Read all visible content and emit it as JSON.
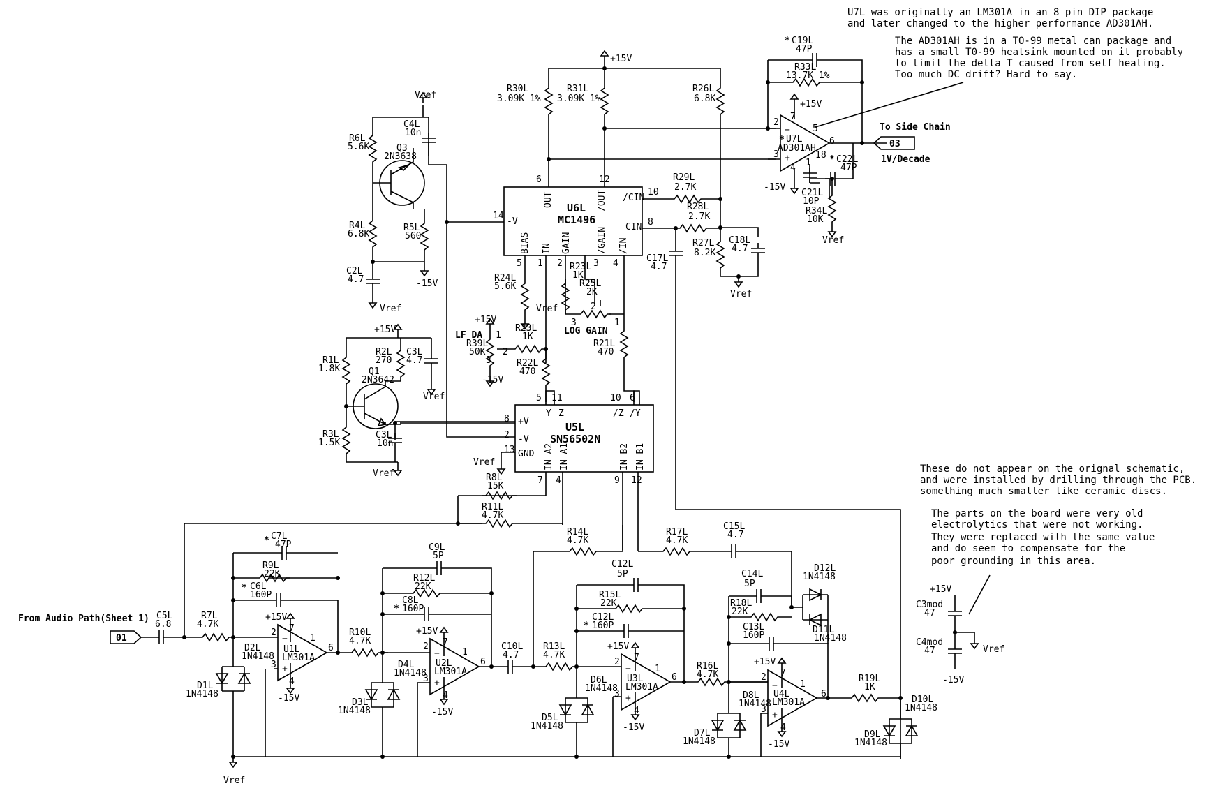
{
  "notes": {
    "u7_line1": "U7L was originally an LM301A in an 8 pin DIP package",
    "u7_line2": "and later changed to the higher performance AD301AH.",
    "ad_line1": "The AD301AH is in a TO-99 metal can package and",
    "ad_line2": "has a small T0-99 heatsink mounted on it probably",
    "ad_line3": "to limit the delta T caused from self heating.",
    "ad_line4": "Too much DC drift? Hard to say.",
    "cap_line1": "These do not appear on the orignal schematic,",
    "cap_line2": "and were installed by drilling through the PCB.",
    "cap_line3": "something much smaller like ceramic discs.",
    "old_line1": "The parts on the board were very old",
    "old_line2": "electrolytics that were not working.",
    "old_line3": "They were replaced with the same value",
    "old_line4": "and do seem to compensate for the",
    "old_line5": "poor grounding in this area."
  },
  "ports": {
    "in_label": "From Audio Path(Sheet 1)",
    "in_tag": "01",
    "out_label": "To Side Chain",
    "out_tag": "03",
    "out_unit": "1V/Decade"
  },
  "ics": {
    "u6_name": "U6L",
    "u6_part": "MC1496",
    "u6_pins": {
      "out": "OUT",
      "nout": "/OUT",
      "ncin": "/CIN",
      "cin": "CIN",
      "v": "-V",
      "bias": "BIAS",
      "in": "IN",
      "gain": "GAIN",
      "ngain": "/GAIN",
      "nin": "/IN"
    },
    "u5_name": "U5L",
    "u5_part": "SN56502N",
    "u5_pins": {
      "y": "Y",
      "z": "Z",
      "nz": "/Z",
      "ny": "/Y",
      "pv": "+V",
      "nv": "-V",
      "gnd": "GND",
      "ina2": "IN A2",
      "ina1": "IN A1",
      "inb2": "IN B2",
      "inb1": "IN B1"
    },
    "u7_name": "U7L",
    "u7_part": "AD301AH",
    "u1_name": "U1L",
    "u1_part": "LM301A",
    "u2_name": "U2L",
    "u2_part": "LM301A",
    "u3_name": "U3L",
    "u3_part": "LM301A",
    "u4_name": "U4L",
    "u4_part": "LM301A"
  },
  "transistors": {
    "q3": "Q3",
    "q3_part": "2N3638",
    "q1": "Q1",
    "q1_part": "2N3642"
  },
  "rails": {
    "pos": "+15V",
    "neg": "-15V",
    "ref": "Vref"
  },
  "extra_labels": {
    "lf_da": "LF DA",
    "log_gain": "LOG GAIN"
  },
  "pins": [
    "1",
    "2",
    "3",
    "4",
    "5",
    "6",
    "7",
    "8",
    "9",
    "10",
    "11",
    "12",
    "13",
    "14",
    "18"
  ],
  "components": {
    "r30": [
      "R30L",
      "3.09K 1%"
    ],
    "r31": [
      "R31L",
      "3.09K 1%"
    ],
    "r26": [
      "R26L",
      "6.8K"
    ],
    "r29": [
      "R29L",
      "2.7K"
    ],
    "r28": [
      "R28L",
      "2.7K"
    ],
    "r27": [
      "R27L",
      "8.2K"
    ],
    "r33": [
      "R33L",
      "13.7K 1%"
    ],
    "r34": [
      "R34L",
      "10K"
    ],
    "r6": [
      "R6L",
      "5.6K"
    ],
    "r4": [
      "R4L",
      "6.8K"
    ],
    "r5": [
      "R5L",
      "560"
    ],
    "r24": [
      "R24L",
      "5.6K"
    ],
    "r23a": [
      "R23L",
      "1K"
    ],
    "r25": [
      "R25L",
      "2K"
    ],
    "r23b": [
      "R23L",
      "1K"
    ],
    "r39": [
      "R39L",
      "50K"
    ],
    "r22": [
      "R22L",
      "470"
    ],
    "r21": [
      "R21L",
      "470"
    ],
    "r1": [
      "R1L",
      "1.8K"
    ],
    "r2": [
      "R2L",
      "270"
    ],
    "r3": [
      "R3L",
      "1.5K"
    ],
    "r8": [
      "R8L",
      "15K"
    ],
    "r11": [
      "R11L",
      "4.7K"
    ],
    "r7": [
      "R7L",
      "4.7K"
    ],
    "r9": [
      "R9L",
      "22K"
    ],
    "r10": [
      "R10L",
      "4.7K"
    ],
    "r12": [
      "R12L",
      "22K"
    ],
    "r13": [
      "R13L",
      "4.7K"
    ],
    "r14": [
      "R14L",
      "4.7K"
    ],
    "r15": [
      "R15L",
      "22K"
    ],
    "r16": [
      "R16L",
      "4.7K"
    ],
    "r17": [
      "R17L",
      "4.7K"
    ],
    "r18": [
      "R18L",
      "22K"
    ],
    "r19": [
      "R19L",
      "1K"
    ],
    "c19": [
      "C19L",
      "47P"
    ],
    "c22": [
      "C22L",
      "47P"
    ],
    "c21": [
      "C21L",
      "10P"
    ],
    "c18": [
      "C18L",
      "4.7"
    ],
    "c17": [
      "C17L",
      "4.7"
    ],
    "c4": [
      "C4L",
      "10n"
    ],
    "c2": [
      "C2L",
      "4.7"
    ],
    "c3a": [
      "C3L",
      "4.7"
    ],
    "c3b": [
      "C3L",
      "10n"
    ],
    "c5": [
      "C5L",
      "6.8"
    ],
    "c7": [
      "C7L",
      "47P"
    ],
    "c6": [
      "C6L",
      "160P"
    ],
    "c9": [
      "C9L",
      "5P"
    ],
    "c8": [
      "C8L",
      "160P"
    ],
    "c10": [
      "C10L",
      "4.7"
    ],
    "c12a": [
      "C12L",
      "5P"
    ],
    "c12b": [
      "C12L",
      "160P"
    ],
    "c15": [
      "C15L",
      "4.7"
    ],
    "c14": [
      "C14L",
      "5P"
    ],
    "c13": [
      "C13L",
      "160P"
    ],
    "c3mod": [
      "C3mod",
      "47"
    ],
    "c4mod": [
      "C4mod",
      "47"
    ],
    "d1": [
      "D1L",
      "1N4148"
    ],
    "d2": [
      "D2L",
      "1N4148"
    ],
    "d3": [
      "D3L",
      "1N4148"
    ],
    "d4": [
      "D4L",
      "1N4148"
    ],
    "d5": [
      "D5L",
      "1N4148"
    ],
    "d6": [
      "D6L",
      "1N4148"
    ],
    "d7": [
      "D7L",
      "1N4148"
    ],
    "d8": [
      "D8L",
      "1N4148"
    ],
    "d9": [
      "D9L",
      "1N4148"
    ],
    "d10": [
      "D10L",
      "1N4148"
    ],
    "d11": [
      "D11L",
      "1N4148"
    ],
    "d12": [
      "D12L",
      "1N4148"
    ]
  }
}
